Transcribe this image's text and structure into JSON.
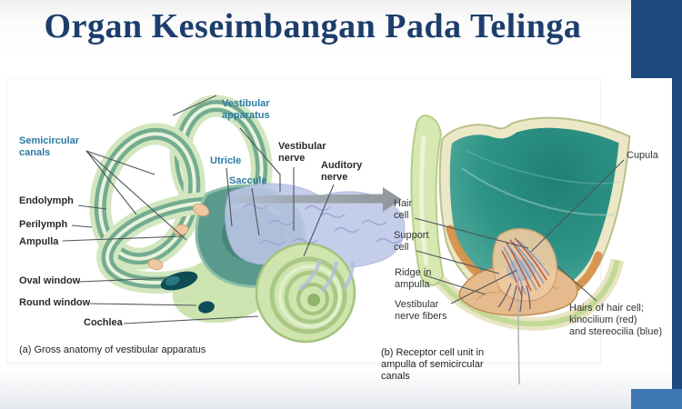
{
  "title": "Organ Keseimbangan Pada Telinga",
  "colors": {
    "navy_block": "#1d4a7e",
    "blue_block": "#3d76b3",
    "title_navy": "#1d3e6c",
    "teal_label": "#2b7ba3",
    "canal_green": "#74ac90",
    "nerve_lavender": "#bdc7e8",
    "ampulla_teal": "#2e9487",
    "lining_orange": "#d8914c",
    "arrow_gray": "#8f989d"
  },
  "figure_a": {
    "caption": "(a)  Gross anatomy of vestibular apparatus",
    "labels": {
      "semicircular_canals": "Semicircular\ncanals",
      "vestibular_apparatus": "Vestibular\napparatus",
      "utricle": "Utricle",
      "saccule": "Saccule",
      "vestibular_nerve": "Vestibular\nnerve",
      "auditory_nerve": "Auditory\nnerve",
      "endolymph": "Endolymph",
      "perilymph": "Perilymph",
      "ampulla": "Ampulla",
      "oval_window": "Oval window",
      "round_window": "Round window",
      "cochlea": "Cochlea"
    }
  },
  "figure_b": {
    "caption": "(b)  Receptor cell unit in\nampulla of semicircular\ncanals",
    "labels": {
      "hair_cell": "Hair\ncell",
      "support_cell": "Support\ncell",
      "ridge_in_ampulla": "Ridge in\nampulla",
      "vestibular_nerve_fibers": "Vestibular\nnerve fibers",
      "cupula": "Cupula",
      "hairs_of_hair_cell": "Hairs of hair cell;\nkinocilium (red)\nand stereocilia (blue)"
    }
  }
}
